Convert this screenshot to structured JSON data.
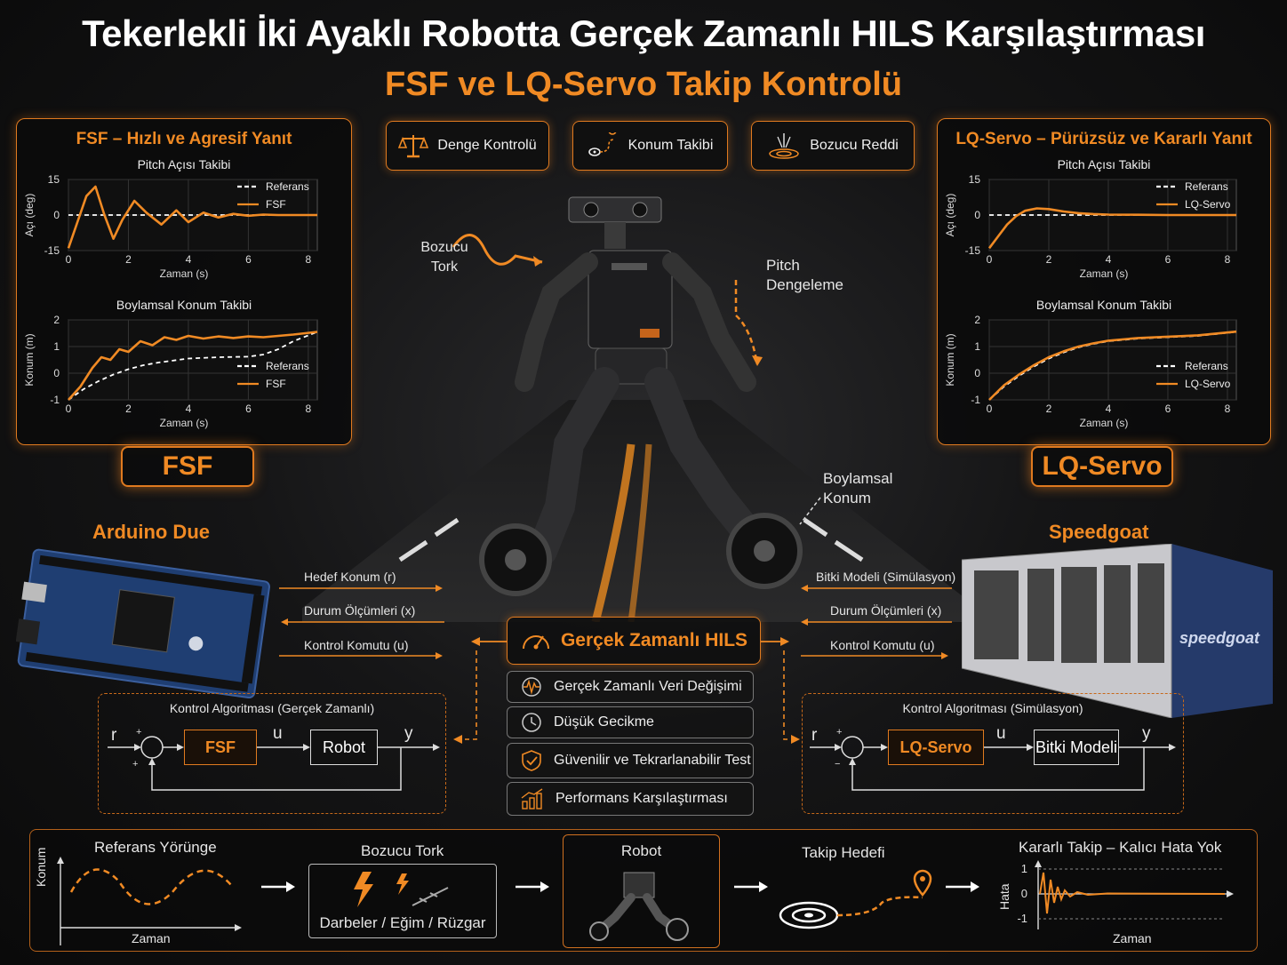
{
  "title": "Tekerlekli İki Ayaklı Robotta Gerçek Zamanlı HILS Karşılaştırması",
  "subtitle": "FSF ve LQ-Servo Takip Kontrolü",
  "top_pills": [
    {
      "label": "Denge Kontrolü",
      "icon": "balance-scale-icon"
    },
    {
      "label": "Konum Takibi",
      "icon": "location-path-icon"
    },
    {
      "label": "Bozucu Reddi",
      "icon": "disturbance-impact-icon"
    }
  ],
  "fsf_panel": {
    "title": "FSF – Hızlı ve Agresif Yanıt",
    "badge": "FSF"
  },
  "lq_panel": {
    "title": "LQ-Servo – Pürüzsüz ve Kararlı Yanıt",
    "badge": "LQ-Servo"
  },
  "robot_annotations": {
    "disturbance": [
      "Bozucu",
      "Tork"
    ],
    "pitch": [
      "Pitch",
      "Dengeleme"
    ],
    "longitudinal": [
      "Boylamsal",
      "Konum"
    ]
  },
  "arduino": {
    "title": "Arduino Due",
    "signals": [
      "Hedef Konum (r)",
      "Durum Ölçümleri (x)",
      "Kontrol Komutu (u)"
    ],
    "loop_title": "Kontrol Algoritması (Gerçek Zamanlı)",
    "controller": "FSF",
    "plant": "Robot",
    "r": "r",
    "u": "u",
    "y": "y"
  },
  "speedgoat": {
    "title": "Speedgoat",
    "brand": "speedgoat",
    "signals": [
      "Bitki Modeli (Simülasyon)",
      "Durum Ölçümleri (x)",
      "Kontrol Komutu (u)"
    ],
    "loop_title": "Kontrol Algoritması (Simülasyon)",
    "controller": "LQ-Servo",
    "plant": "Bitki Modeli",
    "r": "r",
    "u": "u",
    "y": "y"
  },
  "hils": {
    "title": "Gerçek Zamanlı HILS",
    "features": [
      {
        "label": "Gerçek Zamanlı Veri Değişimi",
        "icon": "data-exchange-icon"
      },
      {
        "label": "Düşük Gecikme",
        "icon": "clock-icon"
      },
      {
        "label": "Güvenilir ve Tekrarlanabilir Test",
        "icon": "shield-check-icon"
      },
      {
        "label": "Performans Karşılaştırması",
        "icon": "bar-chart-icon"
      }
    ]
  },
  "bottom_flow": {
    "step1_title": "Referans Yörünge",
    "step1_ylabel": "Konum",
    "step1_xlabel": "Zaman",
    "step2_title": "Bozucu Tork",
    "step2_caption": "Darbeler / Eğim / Rüzgar",
    "step3_title": "Robot",
    "step4_title": "Takip Hedefi",
    "step5_title": "Kararlı Takip – Kalıcı Hata Yok",
    "step5_ylabel": "Hata",
    "step5_xlabel": "Zaman",
    "step5_ticks": [
      "1",
      "0",
      "-1"
    ]
  },
  "colors": {
    "accent": "#f08a24",
    "reference": "#ffffff",
    "background": "#0a0a0a"
  },
  "chart_data": [
    {
      "id": "fsf-pitch",
      "type": "line",
      "title": "Pitch Açısı Takibi",
      "xlabel": "Zaman (s)",
      "ylabel": "Açı (deg)",
      "xlim": [
        0,
        8.3
      ],
      "ylim": [
        -15,
        15
      ],
      "xticks": [
        0,
        2,
        4,
        6,
        8
      ],
      "yticks": [
        15,
        0,
        -15
      ],
      "legend": "top-right",
      "series": [
        {
          "name": "Referans",
          "style": "dashed",
          "color": "#ffffff",
          "x": [
            0,
            8.3
          ],
          "y": [
            0,
            0
          ]
        },
        {
          "name": "FSF",
          "style": "solid",
          "color": "#f08a24",
          "x": [
            0,
            0.3,
            0.6,
            0.9,
            1.2,
            1.5,
            1.8,
            2.2,
            2.6,
            3.1,
            3.6,
            4.0,
            4.5,
            5.0,
            5.5,
            6.0,
            6.5,
            7.0,
            8.3
          ],
          "y": [
            -14,
            -3,
            8,
            12,
            0,
            -10,
            -2,
            6,
            1,
            -4,
            2,
            -3,
            1,
            -1,
            0.5,
            -0.3,
            0.2,
            0,
            0
          ]
        }
      ]
    },
    {
      "id": "fsf-position",
      "type": "line",
      "title": "Boylamsal Konum Takibi",
      "xlabel": "Zaman (s)",
      "ylabel": "Konum (m)",
      "xlim": [
        0,
        8.3
      ],
      "ylim": [
        -1,
        2
      ],
      "xticks": [
        0,
        2,
        4,
        6,
        8
      ],
      "yticks": [
        2,
        1,
        0,
        -1
      ],
      "legend": "bottom-right",
      "series": [
        {
          "name": "Referans",
          "style": "dashed",
          "color": "#ffffff",
          "x": [
            0,
            0.5,
            1,
            1.5,
            2,
            2.5,
            3,
            4,
            5,
            6,
            6.5,
            7,
            7.5,
            8.3
          ],
          "y": [
            -1,
            -0.6,
            -0.3,
            -0.05,
            0.15,
            0.3,
            0.4,
            0.55,
            0.6,
            0.62,
            0.7,
            0.9,
            1.2,
            1.55
          ]
        },
        {
          "name": "FSF",
          "style": "solid",
          "color": "#f08a24",
          "x": [
            0,
            0.4,
            0.8,
            1.1,
            1.4,
            1.7,
            2.0,
            2.4,
            2.8,
            3.2,
            3.6,
            4.0,
            4.5,
            5.0,
            5.5,
            6.0,
            6.5,
            7.0,
            7.5,
            8.3
          ],
          "y": [
            -1,
            -0.5,
            0.2,
            0.6,
            0.5,
            0.9,
            0.8,
            1.2,
            1.05,
            1.35,
            1.25,
            1.4,
            1.3,
            1.38,
            1.32,
            1.38,
            1.35,
            1.4,
            1.45,
            1.55
          ]
        }
      ]
    },
    {
      "id": "lq-pitch",
      "type": "line",
      "title": "Pitch Açısı Takibi",
      "xlabel": "Zaman (s)",
      "ylabel": "Açı (deg)",
      "xlim": [
        0,
        8.3
      ],
      "ylim": [
        -15,
        15
      ],
      "xticks": [
        0,
        2,
        4,
        6,
        8
      ],
      "yticks": [
        15,
        0,
        -15
      ],
      "legend": "top-right",
      "series": [
        {
          "name": "Referans",
          "style": "dashed",
          "color": "#ffffff",
          "x": [
            0,
            8.3
          ],
          "y": [
            0,
            0
          ]
        },
        {
          "name": "LQ-Servo",
          "style": "solid",
          "color": "#f08a24",
          "x": [
            0,
            0.3,
            0.6,
            0.9,
            1.2,
            1.6,
            2.0,
            2.5,
            3.0,
            3.5,
            4.0,
            5.0,
            6.0,
            7.0,
            8.3
          ],
          "y": [
            -14,
            -9,
            -4,
            -0.5,
            1.8,
            2.8,
            2.5,
            1.5,
            0.8,
            0.4,
            0.2,
            0.1,
            0,
            0,
            0
          ]
        }
      ]
    },
    {
      "id": "lq-position",
      "type": "line",
      "title": "Boylamsal Konum Takibi",
      "xlabel": "Zaman (s)",
      "ylabel": "Konum (m)",
      "xlim": [
        0,
        8.3
      ],
      "ylim": [
        -1,
        2
      ],
      "xticks": [
        0,
        2,
        4,
        6,
        8
      ],
      "yticks": [
        2,
        1,
        0,
        -1
      ],
      "legend": "bottom-right",
      "series": [
        {
          "name": "Referans",
          "style": "dashed",
          "color": "#ffffff",
          "x": [
            0,
            0.5,
            1,
            1.5,
            2,
            2.5,
            3,
            3.5,
            4,
            5,
            6,
            7,
            8.3
          ],
          "y": [
            -1,
            -0.5,
            -0.1,
            0.25,
            0.55,
            0.78,
            0.97,
            1.1,
            1.2,
            1.3,
            1.35,
            1.4,
            1.55
          ]
        },
        {
          "name": "LQ-Servo",
          "style": "solid",
          "color": "#f08a24",
          "x": [
            0,
            0.5,
            1,
            1.5,
            2,
            2.5,
            3,
            3.5,
            4,
            5,
            6,
            7,
            8.3
          ],
          "y": [
            -1,
            -0.45,
            -0.05,
            0.3,
            0.6,
            0.82,
            1.0,
            1.12,
            1.22,
            1.32,
            1.37,
            1.42,
            1.56
          ]
        }
      ]
    }
  ]
}
